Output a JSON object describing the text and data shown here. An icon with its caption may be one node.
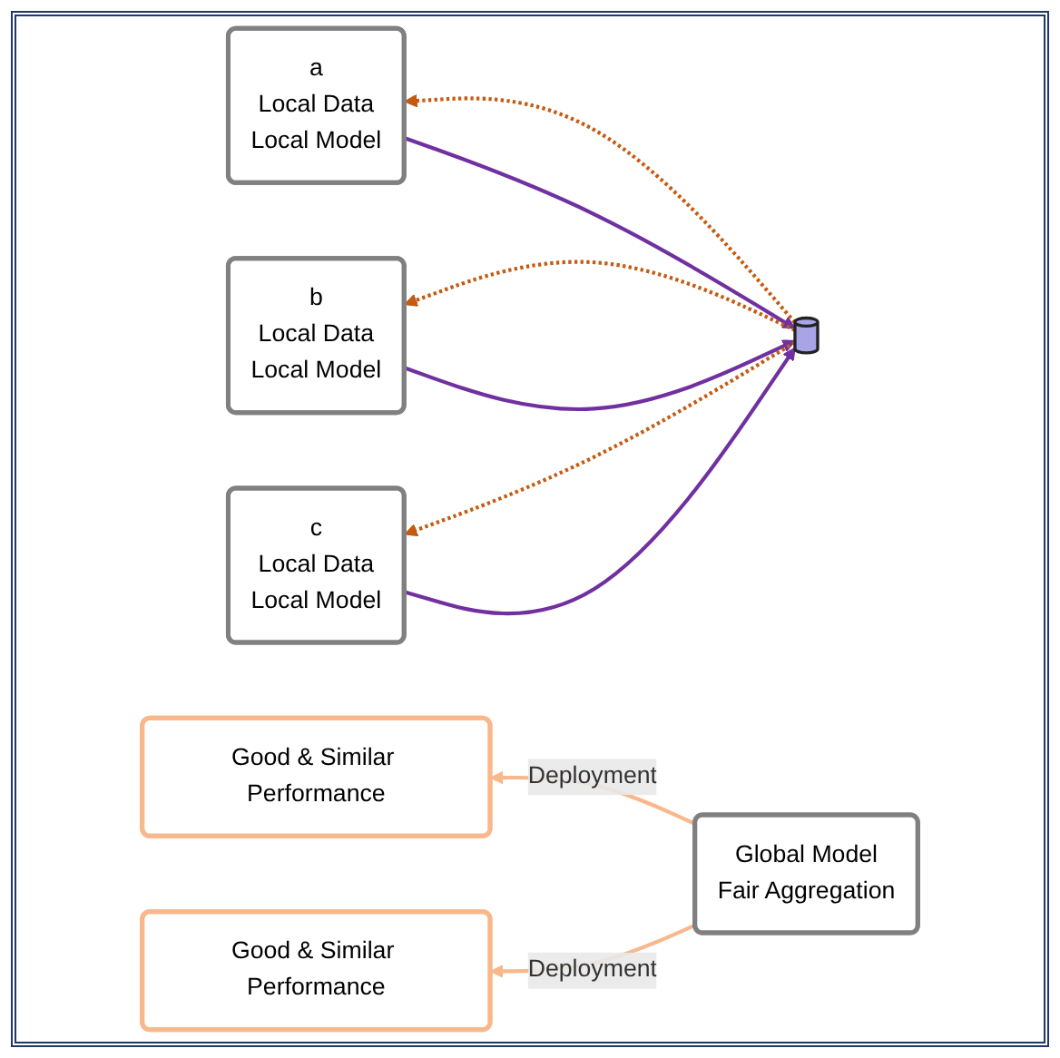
{
  "diagram": {
    "nodes": [
      {
        "text": [
          "a",
          "Local Data",
          "Local Model"
        ]
      },
      {
        "text": [
          "b",
          "Local Data",
          "Local Model"
        ]
      },
      {
        "text": [
          "c",
          "Local Data",
          "Local Model"
        ]
      },
      {
        "text": [],
        "shape": "cylinder"
      },
      {
        "text": [
          "Global Model",
          "Fair Aggregation"
        ]
      },
      {
        "text": [
          "Good & Similar Performance"
        ]
      },
      {
        "text": [
          "Good & Similar Performance"
        ]
      }
    ],
    "edges": [
      {
        "from": 0,
        "to": 3,
        "arrow": "to",
        "color": "#7030a0"
      },
      {
        "from": 3,
        "to": 0,
        "arrow": "to",
        "style": "dashed",
        "color": "#c55a11"
      },
      {
        "from": 3,
        "to": 1,
        "arrow": "to",
        "style": "dashed",
        "color": "#c55a11"
      },
      {
        "from": 1,
        "to": 3,
        "arrow": "to",
        "color": "#7030a0"
      },
      {
        "from": 2,
        "to": 3,
        "arrow": "to",
        "color": "#7030a0"
      },
      {
        "from": 3,
        "to": 2,
        "arrow": "to",
        "style": "dashed",
        "color": "#c55a11"
      },
      {
        "from": 4,
        "to": 5,
        "label": "Deployment",
        "arrow": "to",
        "color": "#f8b88b"
      },
      {
        "from": 4,
        "to": 6,
        "label": "Deployment",
        "arrow": "to",
        "color": "#f8b88b"
      }
    ]
  }
}
